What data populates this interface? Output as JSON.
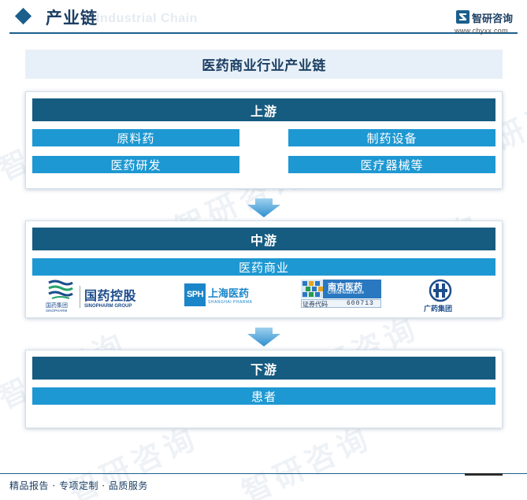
{
  "header": {
    "title": "产业链",
    "title_watermark_en": "Industrial Chain",
    "brand_name": "智研咨询",
    "brand_url": "www.chyxx.com"
  },
  "watermark_text": "智研咨询",
  "chain": {
    "title": "医药商业行业产业链",
    "upstream": {
      "label": "上游",
      "items": [
        "原料药",
        "制药设备",
        "医药研发",
        "医疗器械等"
      ]
    },
    "midstream": {
      "label": "中游",
      "items": [
        "医药商业"
      ],
      "logos": [
        {
          "name": "sinopharm",
          "text_cn": "国药控股",
          "text_en": "SINOPHARM GROUP",
          "mark_cn": "国药集团",
          "mark_en": "SINOPHARM"
        },
        {
          "name": "shanghai-pharma",
          "mark": "SPH",
          "text_cn": "上海医药",
          "text_en": "SHANGHAI PHARMA"
        },
        {
          "name": "nanjing-pharma",
          "text_cn": "南京医药",
          "text_en": "ChinaHealthCare",
          "code_label": "证券代码",
          "code": "600713"
        },
        {
          "name": "guangzhou-pharma",
          "text_cn": "广药集团"
        }
      ]
    },
    "downstream": {
      "label": "下游",
      "items": [
        "患者"
      ]
    }
  },
  "footer": {
    "text": "精品报告 · 专项定制 · 品质服务"
  },
  "colors": {
    "stage_header": "#165b80",
    "item_bar": "#1e98d2",
    "title_bar": "#e7f0f8",
    "arrow": "#4ea6d8",
    "brand_blue": "#1b5f8c"
  },
  "icons": {
    "header_marker": "diamond-icon",
    "flow_arrow": "down-arrow-icon",
    "brand_logo": "zhiyan-logo-icon"
  }
}
